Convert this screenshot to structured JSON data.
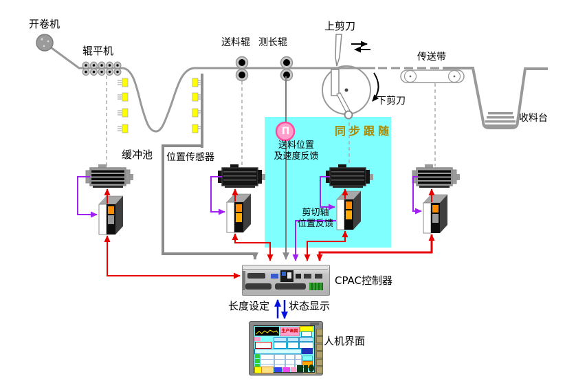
{
  "labels": {
    "uncoiler": "开卷机",
    "leveler": "辊平机",
    "feed_roller": "送料辊",
    "measure_roller": "测长辊",
    "upper_shear": "上剪刀",
    "conveyor": "传送带",
    "lower_shear": "下剪刀",
    "collection_table": "收料台",
    "buffer_pool": "缓冲池",
    "position_sensor": "位置传感器",
    "sync_follow": "同步跟随",
    "feed_feedback_line1": "送料位置",
    "feed_feedback_line2": "及速度反馈",
    "shear_feedback_line1": "剪切轴",
    "shear_feedback_line2": "位置反馈",
    "controller": "CPAC控制器",
    "length_setting": "长度设定",
    "status_display": "状态显示",
    "hmi": "人机界面"
  },
  "hmi": {
    "screen_title": "生产画面"
  },
  "encoder": {
    "glyph": "Π"
  },
  "colors": {
    "machine_gray": "#999999",
    "signal_red": "#e60000",
    "feedback_purple": "#a020f0",
    "wire_gray": "#8a8a8a",
    "io_blue": "#0010dd",
    "highlight_cyan": "#80ffff",
    "sync_text_gold": "#ab8800",
    "sensor_yellow": "#ffff00",
    "encoder_pink": "#ff9fcb",
    "drive_orange": "#ff8c00"
  }
}
